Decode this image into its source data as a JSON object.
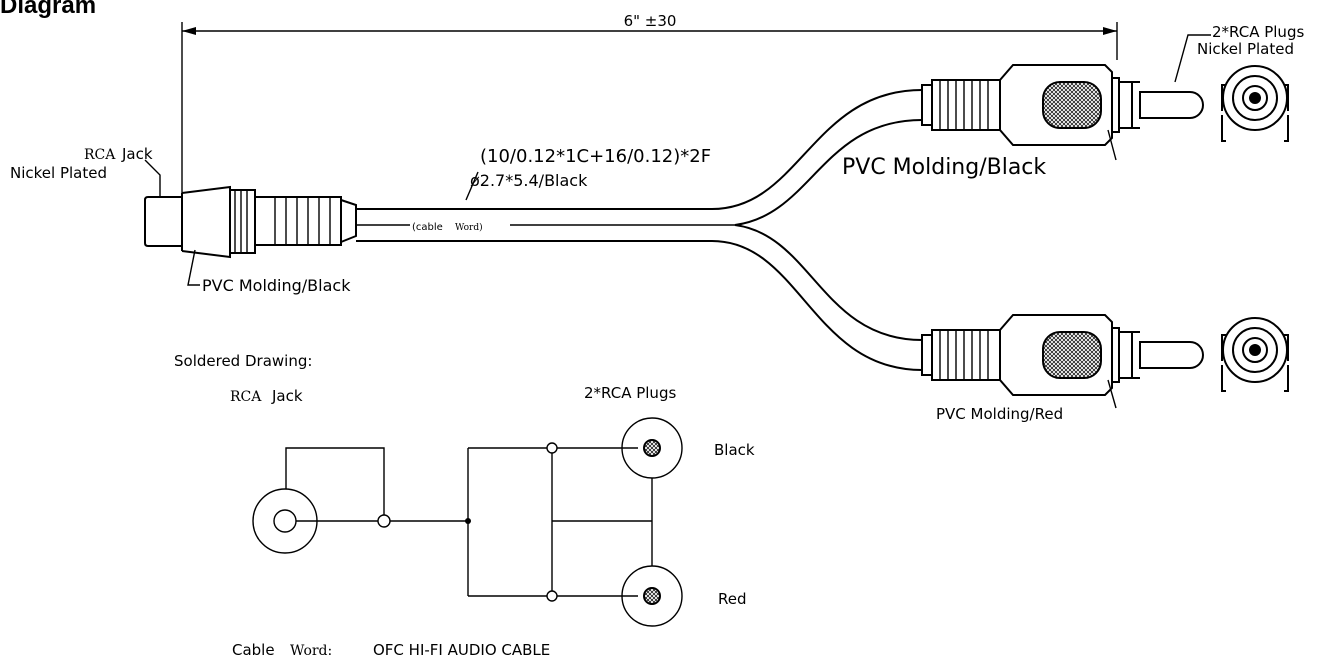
{
  "heading": "Diagram",
  "dimension": {
    "length": "6\" ±30"
  },
  "cable": {
    "spec_line1": "(10/0.12*1C+16/0.12)*2F",
    "spec_line2": "ø2.7*5.4/Black",
    "print_prefix": "(cable",
    "print_word": "Word)"
  },
  "jack": {
    "label_prefix": "RCA",
    "label_rest": "Jack",
    "finish": "Nickel Plated",
    "molding": "PVC Molding/Black"
  },
  "plugs": {
    "title": "2*RCA Plugs",
    "finish": "Nickel Plated",
    "molding_black": "PVC Molding/Black",
    "molding_red": "PVC Molding/Red"
  },
  "soldered": {
    "title": "Soldered Drawing:",
    "jack_prefix": "RCA",
    "jack_rest": "Jack",
    "plugs_label": "2*RCA Plugs",
    "black_label": "Black",
    "red_label": "Red"
  },
  "footer": {
    "prefix": "Cable",
    "word": "Word:",
    "text": "OFC HI-FI AUDIO CABLE"
  }
}
